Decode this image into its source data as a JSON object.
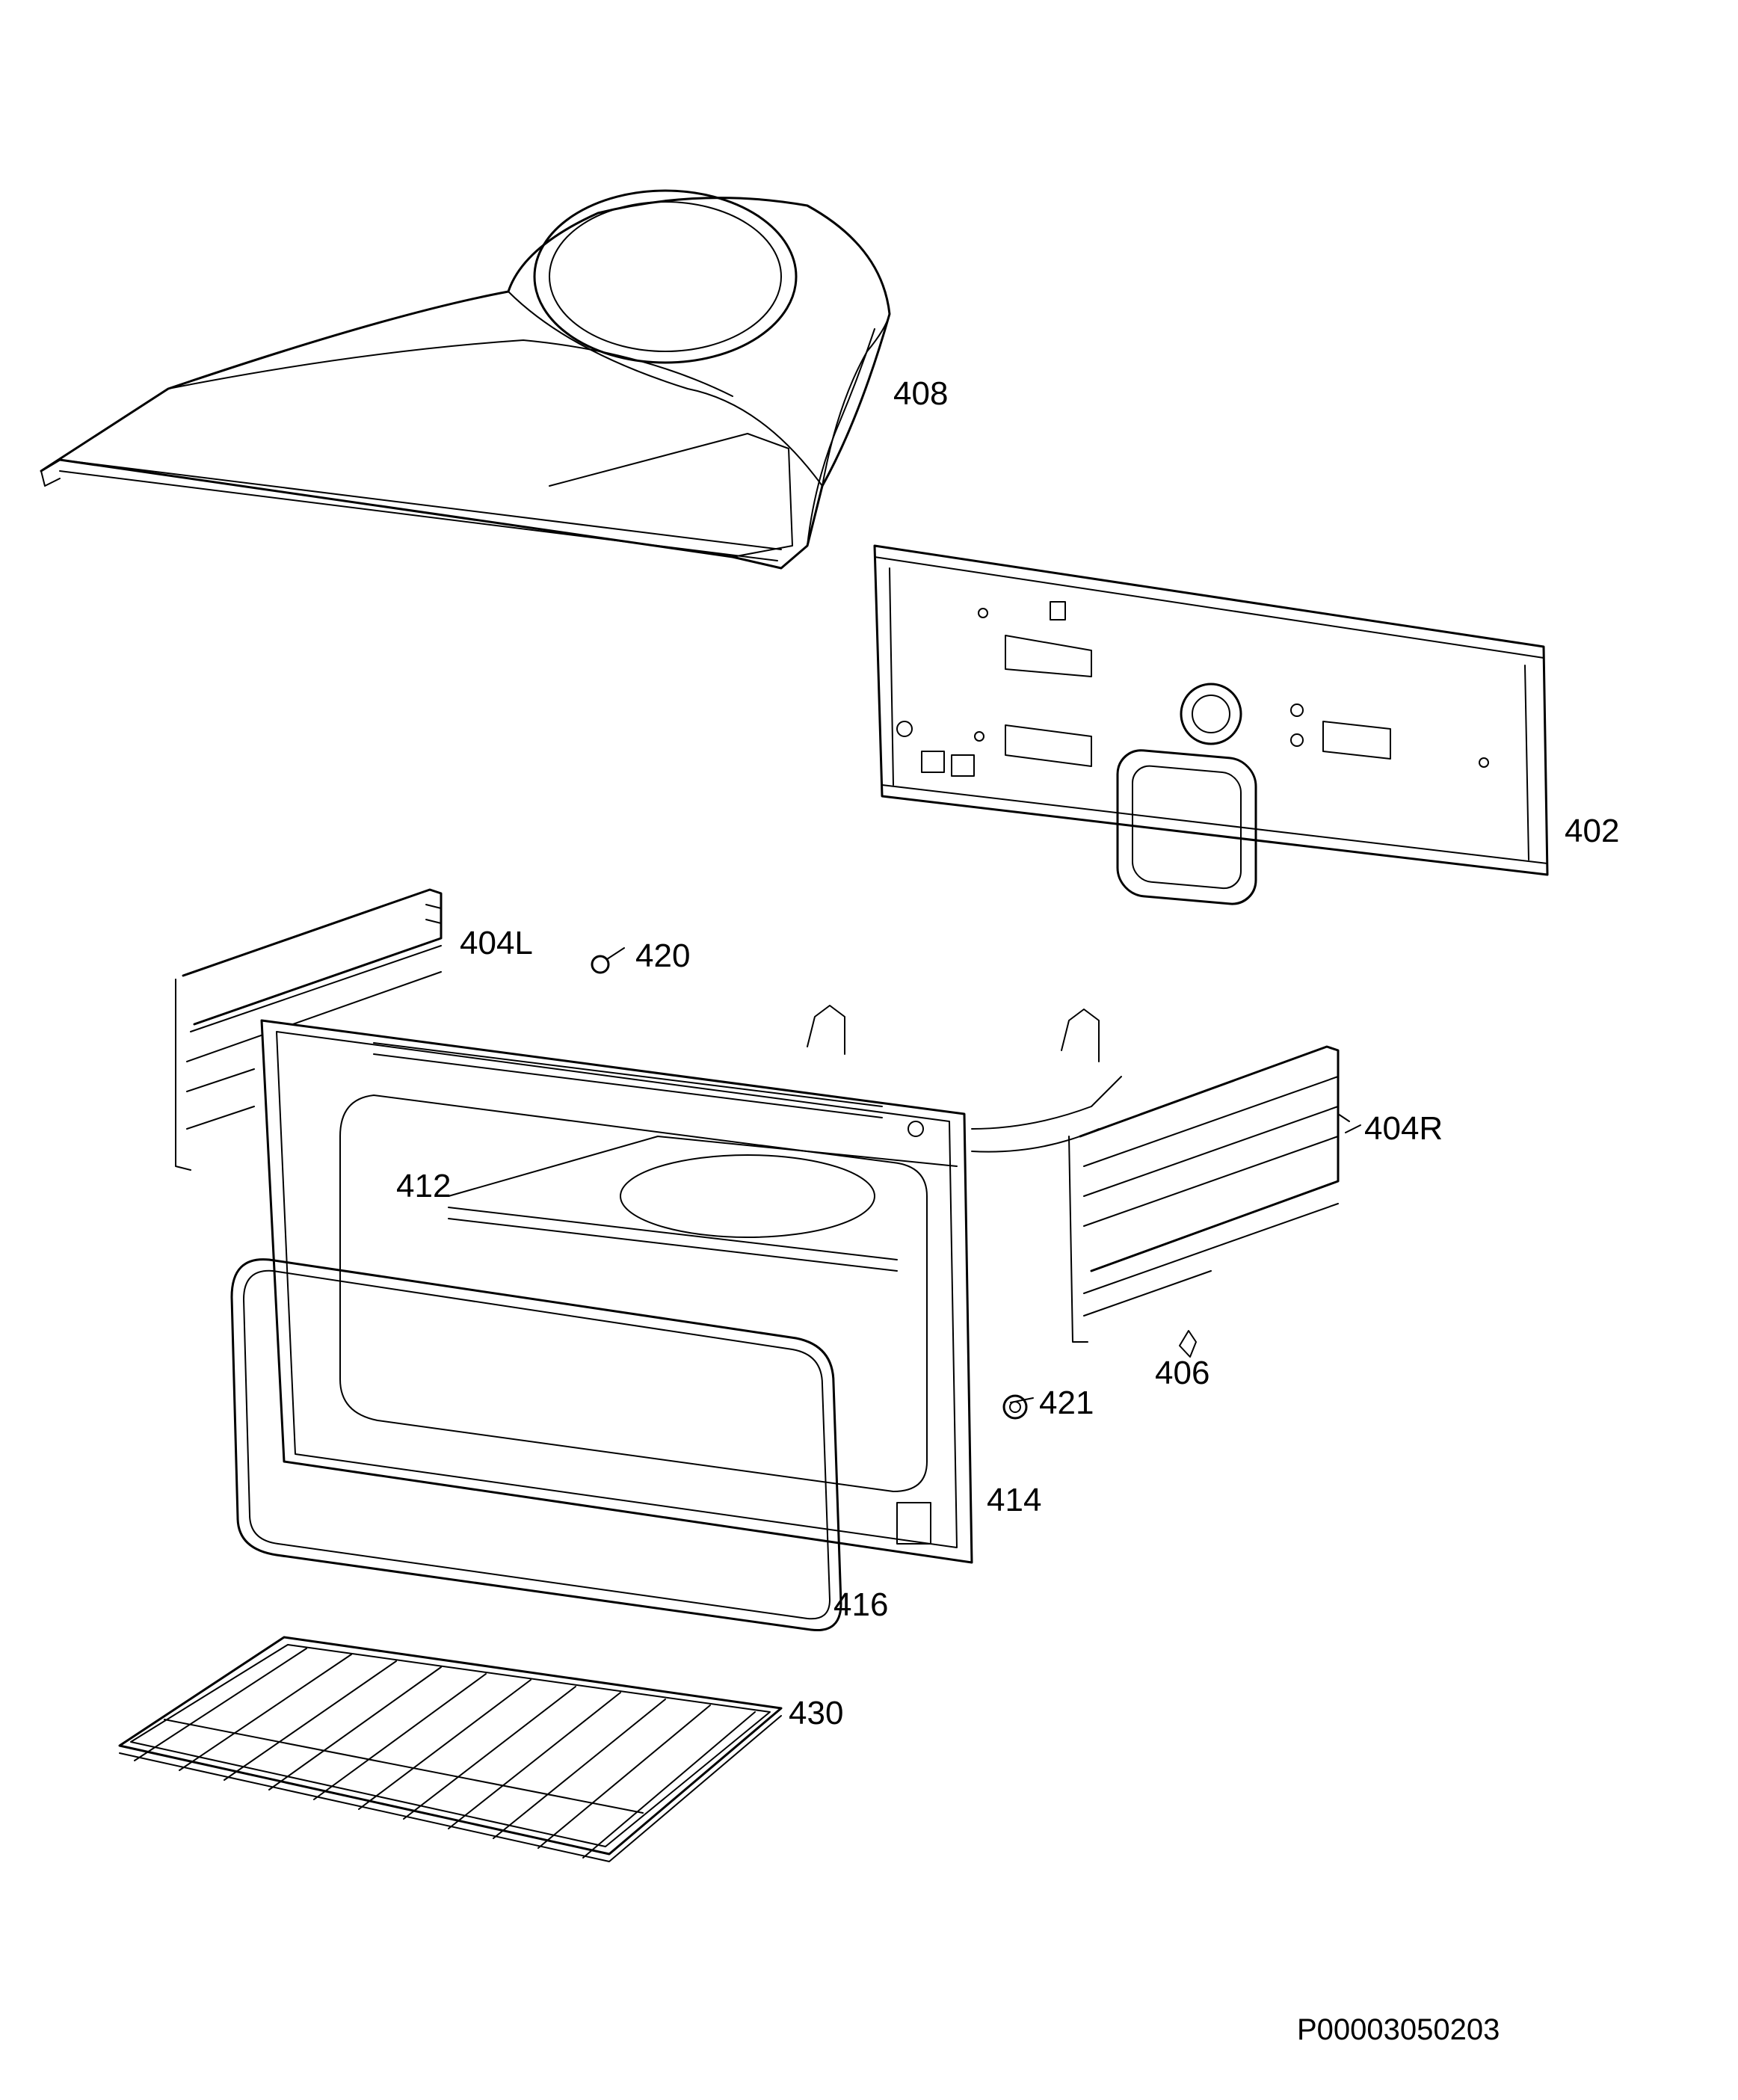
{
  "callouts": {
    "p408": "408",
    "p402": "402",
    "p404L": "404L",
    "p420": "420",
    "p404R": "404R",
    "p412": "412",
    "p406": "406",
    "p421": "421",
    "p414": "414",
    "p416": "416",
    "p430": "430"
  },
  "document_number": "P00003050203"
}
